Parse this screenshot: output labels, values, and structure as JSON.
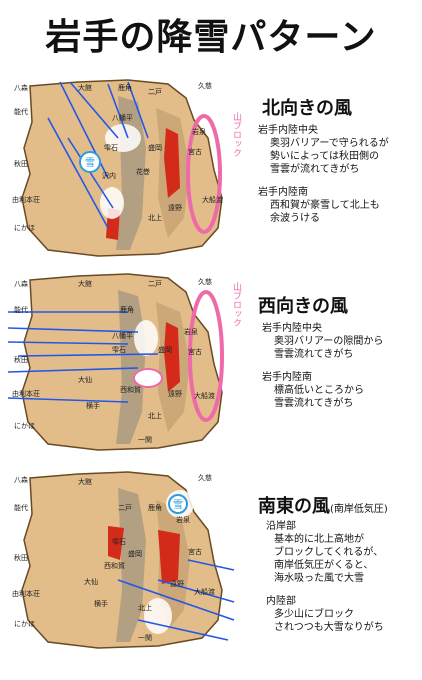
{
  "title": "岩手の降雪パターン",
  "maps": [
    {
      "wind": "北向きの風",
      "wind_note": "",
      "block_label": "山ブロック",
      "sections": [
        {
          "head": "岩手内陸中央",
          "lines": [
            "奥羽バリアーで守られるが",
            "勢いによっては秋田側の",
            "雪雲が流れてきがち"
          ]
        },
        {
          "head": "岩手内陸南",
          "lines": [
            "西和賀が豪雪して北上も",
            "余波うける"
          ]
        }
      ],
      "labels": [
        "八森",
        "大館",
        "鹿角",
        "二戸",
        "久慈",
        "能代",
        "八幡平",
        "岩泉",
        "秋田",
        "宮古",
        "雫石",
        "盛岡",
        "由利本荘",
        "沢内",
        "花巻",
        "大船渡",
        "北上",
        "遠野",
        "にかほ"
      ],
      "snow_badge": "雪"
    },
    {
      "wind": "西向きの風",
      "wind_note": "",
      "block_label": "山ブロック",
      "sections": [
        {
          "head": "岩手内陸中央",
          "lines": [
            "奥羽バリアーの隙間から",
            "雪雲流れてきがち"
          ]
        },
        {
          "head": "岩手内陸南",
          "lines": [
            "標高低いところから",
            "雪雲流れてきがち"
          ]
        }
      ],
      "labels": [
        "八森",
        "大館",
        "二戸",
        "久慈",
        "能代",
        "鹿角",
        "八幡平",
        "岩泉",
        "秋田",
        "雫石",
        "盛岡",
        "宮古",
        "大仙",
        "由利本荘",
        "横手",
        "西和賀",
        "遠野",
        "北上",
        "大船渡",
        "にかほ",
        "一関"
      ],
      "snow_badge": ""
    },
    {
      "wind": "南東の風",
      "wind_note": "(南岸低気圧)",
      "block_label": "",
      "sections": [
        {
          "head": "沿岸部",
          "lines": [
            "基本的に北上高地が",
            "ブロックしてくれるが、",
            "南岸低気圧がくると、",
            "海水吸った風で大雪"
          ]
        },
        {
          "head": "内陸部",
          "lines": [
            "多少山にブロック",
            "されつつも大雪なりがち"
          ]
        }
      ],
      "labels": [
        "八森",
        "大館",
        "久慈",
        "能代",
        "鹿角",
        "二戸",
        "岩泉",
        "秋田",
        "雫石",
        "盛岡",
        "宮古",
        "大仙",
        "西和賀",
        "遠野",
        "由利本荘",
        "横手",
        "北上",
        "大船渡",
        "にかほ",
        "一関"
      ],
      "snow_badge": "雪"
    }
  ]
}
